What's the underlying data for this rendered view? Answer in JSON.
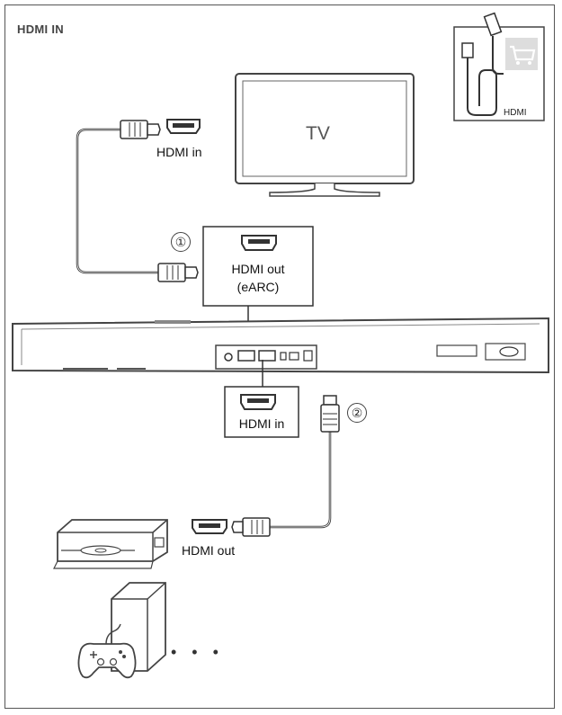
{
  "section_title": "HDMI IN",
  "accessory": {
    "label": "HDMI",
    "cart_icon": "shopping-cart-icon"
  },
  "tv": {
    "label": "TV"
  },
  "steps": [
    "①",
    "②"
  ],
  "tv_port_label": "HDMI in",
  "soundbar_out_label_line1": "HDMI out",
  "soundbar_out_label_line2": "(eARC)",
  "soundbar_in_label": "HDMI in",
  "player_port_label": "HDMI out",
  "more_devices": "• • •",
  "colors": {
    "line": "#333333",
    "frame": "#555555",
    "accessory_bg": "#dddddd"
  }
}
